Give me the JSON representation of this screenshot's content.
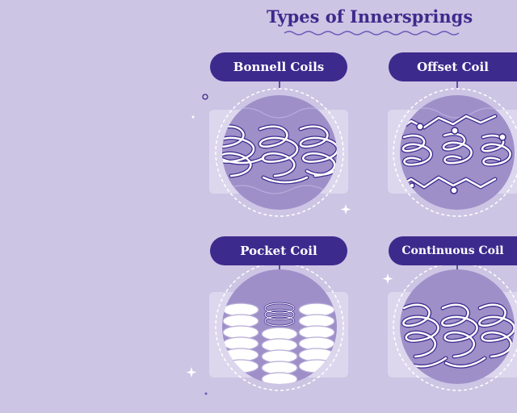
{
  "title": "Types of Innersprings",
  "panels": [
    {
      "label": "Bonnell Coils"
    },
    {
      "label": "Offset Coil"
    },
    {
      "label": "Pocket Coil"
    },
    {
      "label": "Continuous Coil"
    }
  ],
  "colors": {
    "background": "#cdc5e4",
    "accent": "#3d2a8d",
    "circle": "#9f8fc9",
    "coil": "#ffffff"
  }
}
